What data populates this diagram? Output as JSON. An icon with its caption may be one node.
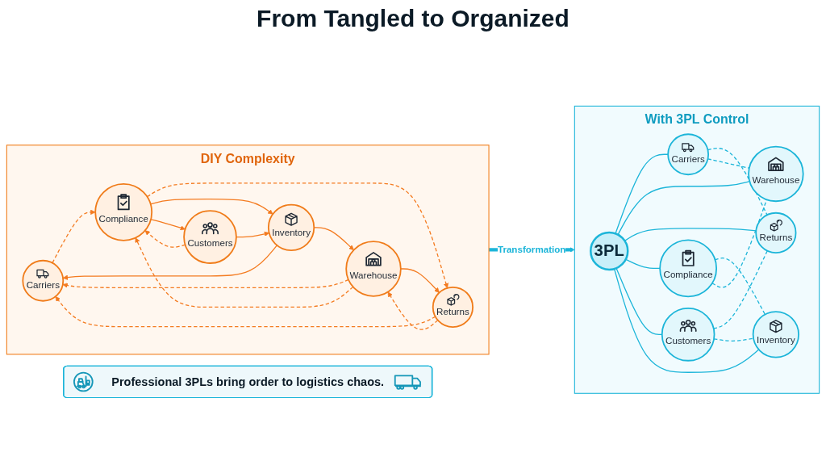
{
  "diagram": {
    "title": "From Tangled to Organized",
    "nodes": [
      {
        "text": [
          "DIY Complexity"
        ]
      },
      {
        "text": [
          "Carriers"
        ],
        "in": 0
      },
      {
        "text": [
          "Warehouse"
        ],
        "in": 0
      },
      {
        "text": [
          "Returns"
        ],
        "in": 0
      },
      {
        "text": [
          "Compliance"
        ],
        "in": 0
      },
      {
        "text": [
          "Customers"
        ],
        "in": 0
      },
      {
        "text": [
          "Inventory"
        ],
        "in": 0
      },
      {
        "text": [
          "With 3PL Control"
        ]
      },
      {
        "text": [
          "Carriers"
        ],
        "in": 7
      },
      {
        "text": [
          "Warehouse"
        ],
        "in": 7
      },
      {
        "text": [
          "3PL"
        ],
        "in": 7
      },
      {
        "text": [
          "Returns"
        ],
        "in": 7
      },
      {
        "text": [
          "Compliance"
        ],
        "in": 7
      },
      {
        "text": [
          "Customers"
        ],
        "in": 7
      },
      {
        "text": [
          "Inventory"
        ],
        "in": 7
      },
      {
        "text": [
          "Professional 3PLs bring order to logistics chaos."
        ]
      }
    ],
    "edges": [
      {
        "from": 2,
        "to": 1,
        "arrow": "to",
        "style": "dashed",
        "color": "#f47b20"
      },
      {
        "from": 3,
        "to": 1,
        "arrow": "to",
        "style": "dashed",
        "color": "#f47b20"
      },
      {
        "from": 3,
        "to": 2,
        "arrow": "to",
        "style": "dashed",
        "color": "#f47b20"
      },
      {
        "from": 2,
        "to": 4,
        "arrow": "to",
        "style": "dashed",
        "color": "#f47b20"
      },
      {
        "from": 1,
        "to": 4,
        "arrow": "to",
        "style": "dashed",
        "color": "#f47b20"
      },
      {
        "from": 5,
        "to": 4,
        "arrow": "to",
        "style": "dashed",
        "color": "#f47b20"
      },
      {
        "from": 4,
        "to": 5,
        "arrow": "to",
        "color": "#f47b20"
      },
      {
        "from": 4,
        "to": 6,
        "arrow": "to",
        "color": "#f47b20"
      },
      {
        "from": 5,
        "to": 6,
        "arrow": "to",
        "color": "#f47b20"
      },
      {
        "from": 4,
        "to": 3,
        "arrow": "to",
        "style": "dashed",
        "color": "#f47b20"
      },
      {
        "from": 2,
        "to": 3,
        "arrow": "to",
        "color": "#f47b20"
      },
      {
        "from": 6,
        "to": 1,
        "arrow": "to",
        "color": "#f47b20"
      },
      {
        "from": 6,
        "to": 2,
        "arrow": "to",
        "color": "#f47b20"
      },
      {
        "from": 0,
        "to": 7,
        "label": "Transformation",
        "arrow": "to",
        "style": "thick",
        "color": "#1cb5d9"
      },
      {
        "from": 10,
        "to": 8,
        "arrow": "none",
        "color": "#1cb5d9"
      },
      {
        "from": 10,
        "to": 9,
        "arrow": "none",
        "color": "#1cb5d9"
      },
      {
        "from": 10,
        "to": 11,
        "arrow": "none",
        "color": "#1cb5d9"
      },
      {
        "from": 10,
        "to": 12,
        "arrow": "none",
        "color": "#1cb5d9"
      },
      {
        "from": 10,
        "to": 13,
        "arrow": "none",
        "color": "#1cb5d9"
      },
      {
        "from": 10,
        "to": 14,
        "arrow": "none",
        "color": "#1cb5d9"
      },
      {
        "from": 8,
        "to": 11,
        "arrow": "none",
        "style": "dashed",
        "color": "#1cb5d9"
      },
      {
        "from": 13,
        "to": 11,
        "arrow": "none",
        "style": "dashed",
        "color": "#1cb5d9"
      },
      {
        "from": 13,
        "to": 14,
        "arrow": "none",
        "style": "dashed",
        "color": "#1cb5d9"
      },
      {
        "from": 12,
        "to": 14,
        "arrow": "none",
        "style": "dashed",
        "color": "#1cb5d9"
      },
      {
        "from": 12,
        "to": 9,
        "arrow": "none",
        "style": "dashed",
        "color": "#1cb5d9"
      },
      {
        "from": 8,
        "to": 9,
        "arrow": "none",
        "style": "dashed",
        "color": "#1cb5d9"
      }
    ]
  }
}
